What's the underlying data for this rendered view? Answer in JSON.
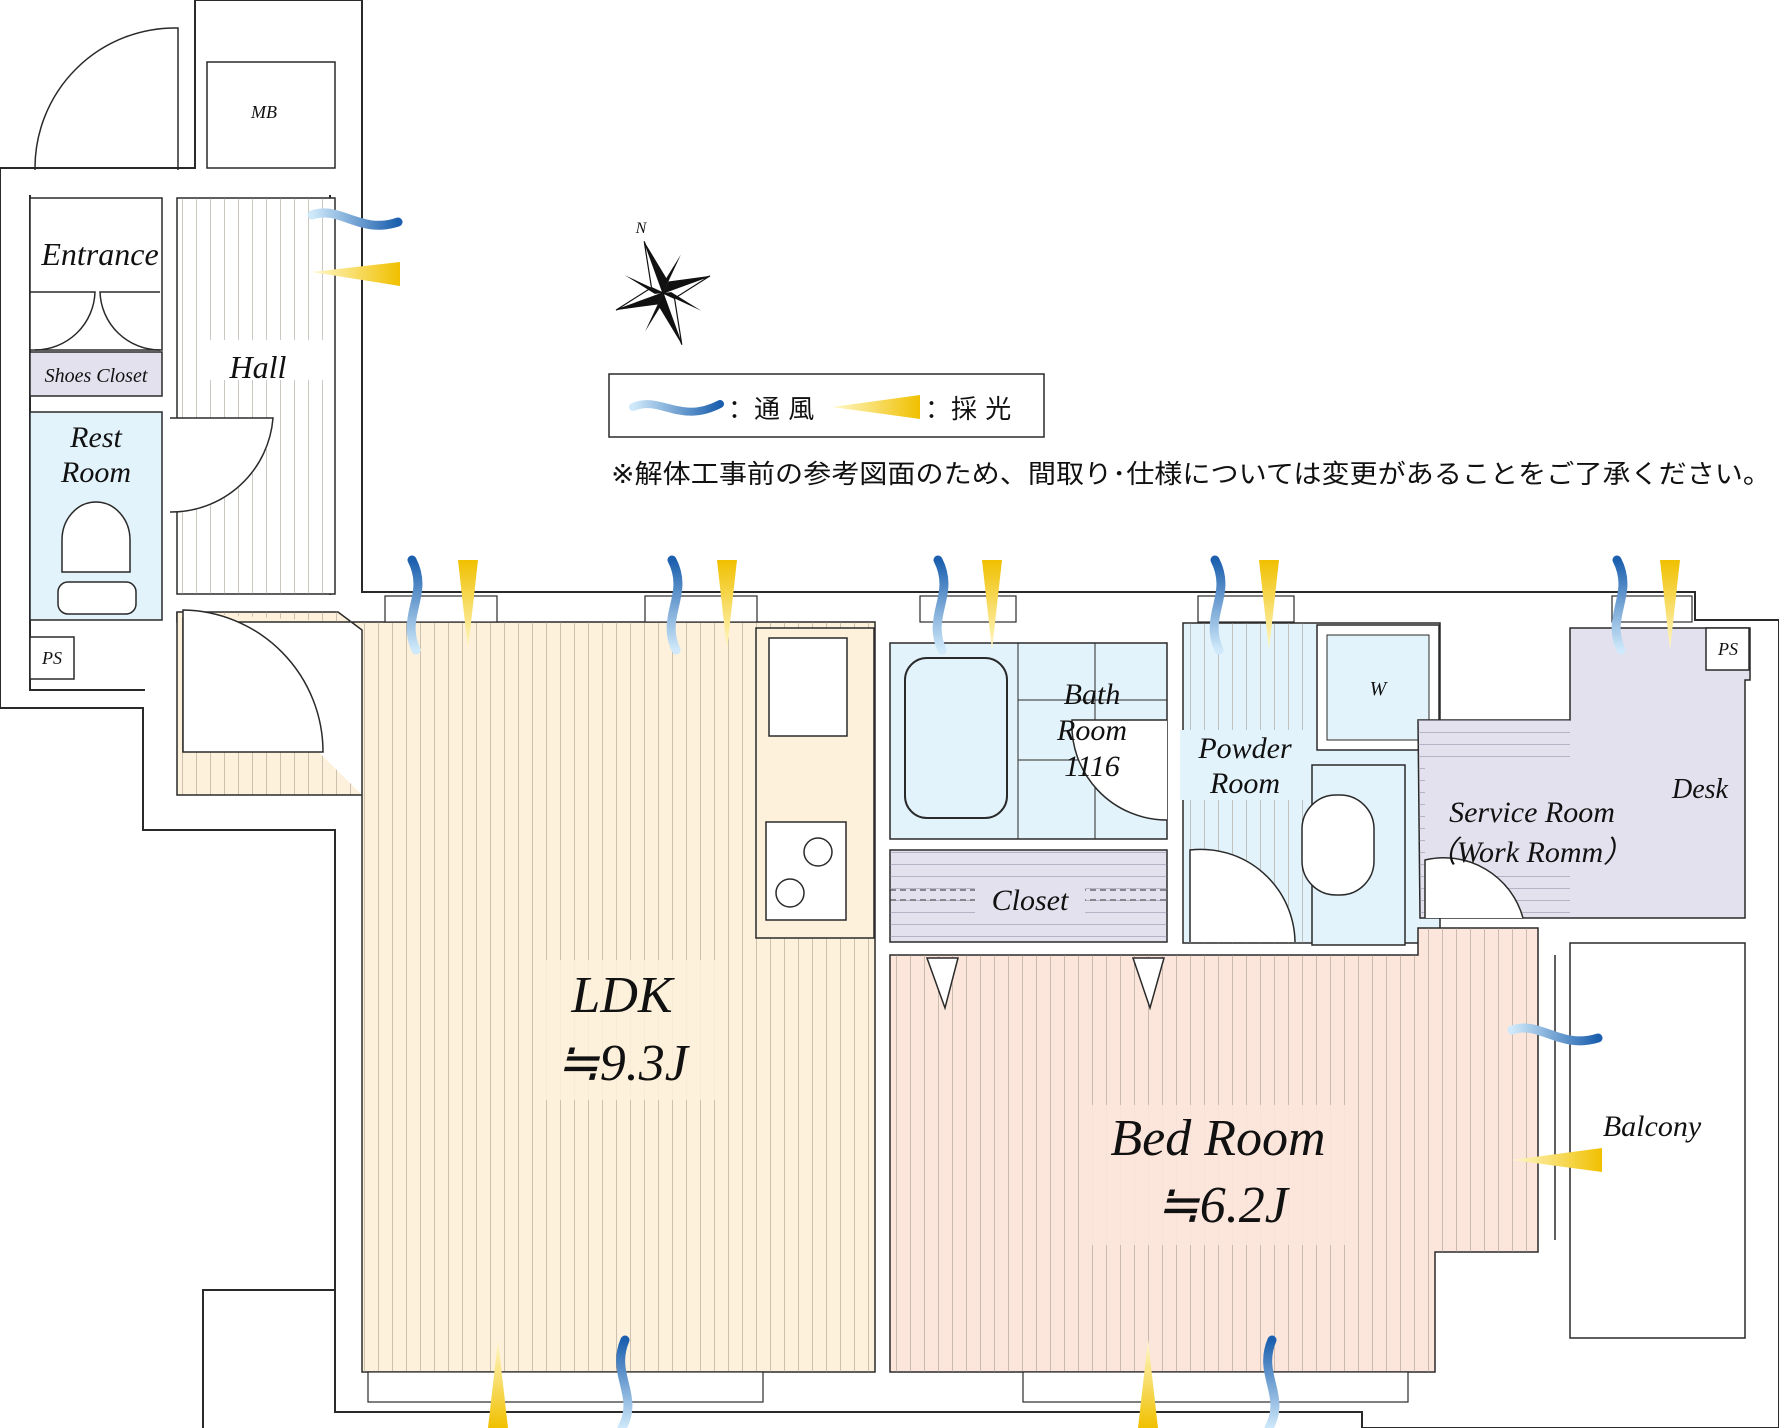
{
  "rooms": {
    "entrance": "Entrance",
    "shoes_closet": "Shoes Closet",
    "rest_room_1": "Rest",
    "rest_room_2": "Room",
    "hall": "Hall",
    "mb": "MB",
    "ps_left": "PS",
    "ps_right": "PS",
    "ldk_name": "LDK",
    "ldk_size": "≒9.3J",
    "bath_1": "Bath",
    "bath_2": "Room",
    "bath_3": "1116",
    "powder_1": "Powder",
    "powder_2": "Room",
    "washer": "W",
    "closet": "Closet",
    "service_1": "Service Room",
    "service_2": "（Work Romm）",
    "desk": "Desk",
    "bed_name": "Bed Room",
    "bed_size": "≒6.2J",
    "balcony": "Balcony"
  },
  "compass": {
    "north": "N"
  },
  "legend": {
    "wind": "：通 風",
    "light": "：採 光"
  },
  "note": "※解体工事前の参考図面のため、間取り･仕様については変更があることをご了承ください。",
  "colors": {
    "ldk_floor": "#fdf1dc",
    "bed_floor": "#fce6dc",
    "wet_area": "#e3f3fb",
    "storage": "#e4e1ee",
    "wall": "#2a2a2a",
    "wind": "#2f7fc9",
    "light": "#f2c500"
  }
}
